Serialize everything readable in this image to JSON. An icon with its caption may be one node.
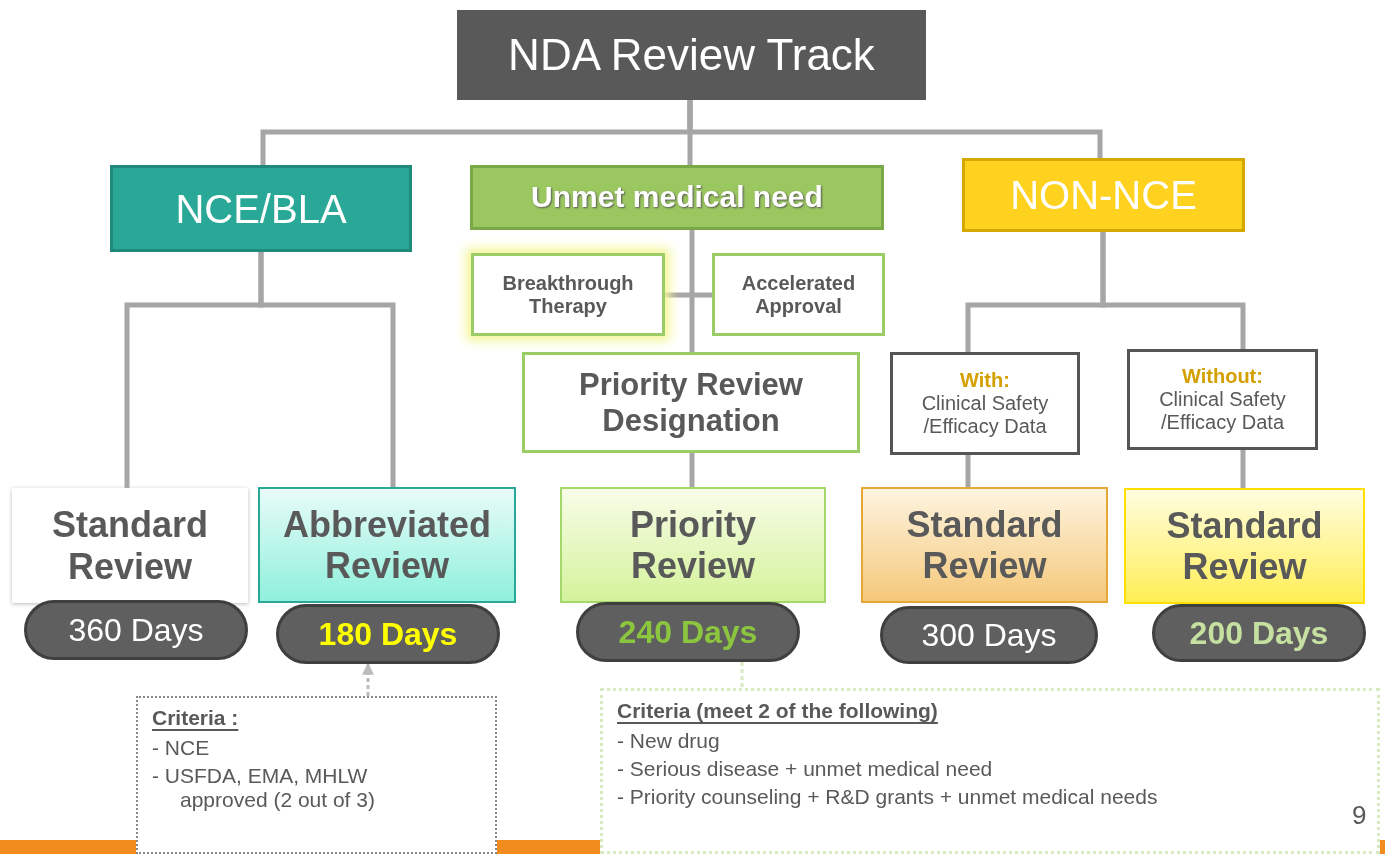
{
  "diagram": {
    "nodes": [
      {
        "text": [
          "NDA Review Track"
        ]
      },
      {
        "text": [
          "NCE/BLA"
        ]
      },
      {
        "text": [
          "Unmet medical need"
        ]
      },
      {
        "text": [
          "NON-NCE"
        ]
      },
      {
        "text": [
          "Breakthrough Therapy"
        ]
      },
      {
        "text": [
          "Accelerated Approval"
        ]
      },
      {
        "text": [
          "Priority Review Designation"
        ]
      },
      {
        "text": [
          "With:",
          "Clinical Safety /Efficacy Data"
        ]
      },
      {
        "text": [
          "Without:",
          "Clinical Safety /Efficacy Data"
        ]
      },
      {
        "text": [
          "Standard Review"
        ]
      },
      {
        "text": [
          "Abbreviated Review"
        ]
      },
      {
        "text": [
          "Priority Review"
        ]
      },
      {
        "text": [
          "Standard Review"
        ]
      },
      {
        "text": [
          "Standard Review"
        ]
      },
      {
        "text": [
          "360 Days"
        ]
      },
      {
        "text": [
          "180 Days"
        ]
      },
      {
        "text": [
          "240 Days"
        ]
      },
      {
        "text": [
          "300 Days"
        ]
      },
      {
        "text": [
          "200 Days"
        ]
      },
      {
        "text": [
          "Criteria :",
          "- NCE",
          "- USFDA, EMA, MHLW approved (2 out of 3)"
        ]
      },
      {
        "text": [
          "Criteria (meet 2 of the following)",
          "- New drug",
          "- Serious disease + unmet medical need",
          "- Priority counseling + R&D grants + unmet medical needs"
        ]
      }
    ],
    "edges": [
      {
        "from": 0,
        "to": 1,
        "arrow": "none"
      },
      {
        "from": 0,
        "to": 2,
        "arrow": "none"
      },
      {
        "from": 0,
        "to": 3,
        "arrow": "none"
      },
      {
        "from": 1,
        "to": 9,
        "arrow": "none"
      },
      {
        "from": 1,
        "to": 10,
        "arrow": "none"
      },
      {
        "from": 4,
        "to": 5,
        "arrow": "none"
      },
      {
        "from": 2,
        "to": 6,
        "arrow": "none"
      },
      {
        "from": 6,
        "to": 11,
        "arrow": "none"
      },
      {
        "from": 3,
        "to": 7,
        "arrow": "none"
      },
      {
        "from": 3,
        "to": 8,
        "arrow": "none"
      },
      {
        "from": 7,
        "to": 12,
        "arrow": "none"
      },
      {
        "from": 8,
        "to": 13,
        "arrow": "none"
      },
      {
        "from": 19,
        "to": 15,
        "arrow": "to",
        "style": "dashed",
        "color": "#bbbbbb"
      },
      {
        "from": 16,
        "to": 20,
        "arrow": "none",
        "style": "dashed",
        "color": "#d6e9c0"
      }
    ],
    "labels": [
      "9"
    ]
  }
}
